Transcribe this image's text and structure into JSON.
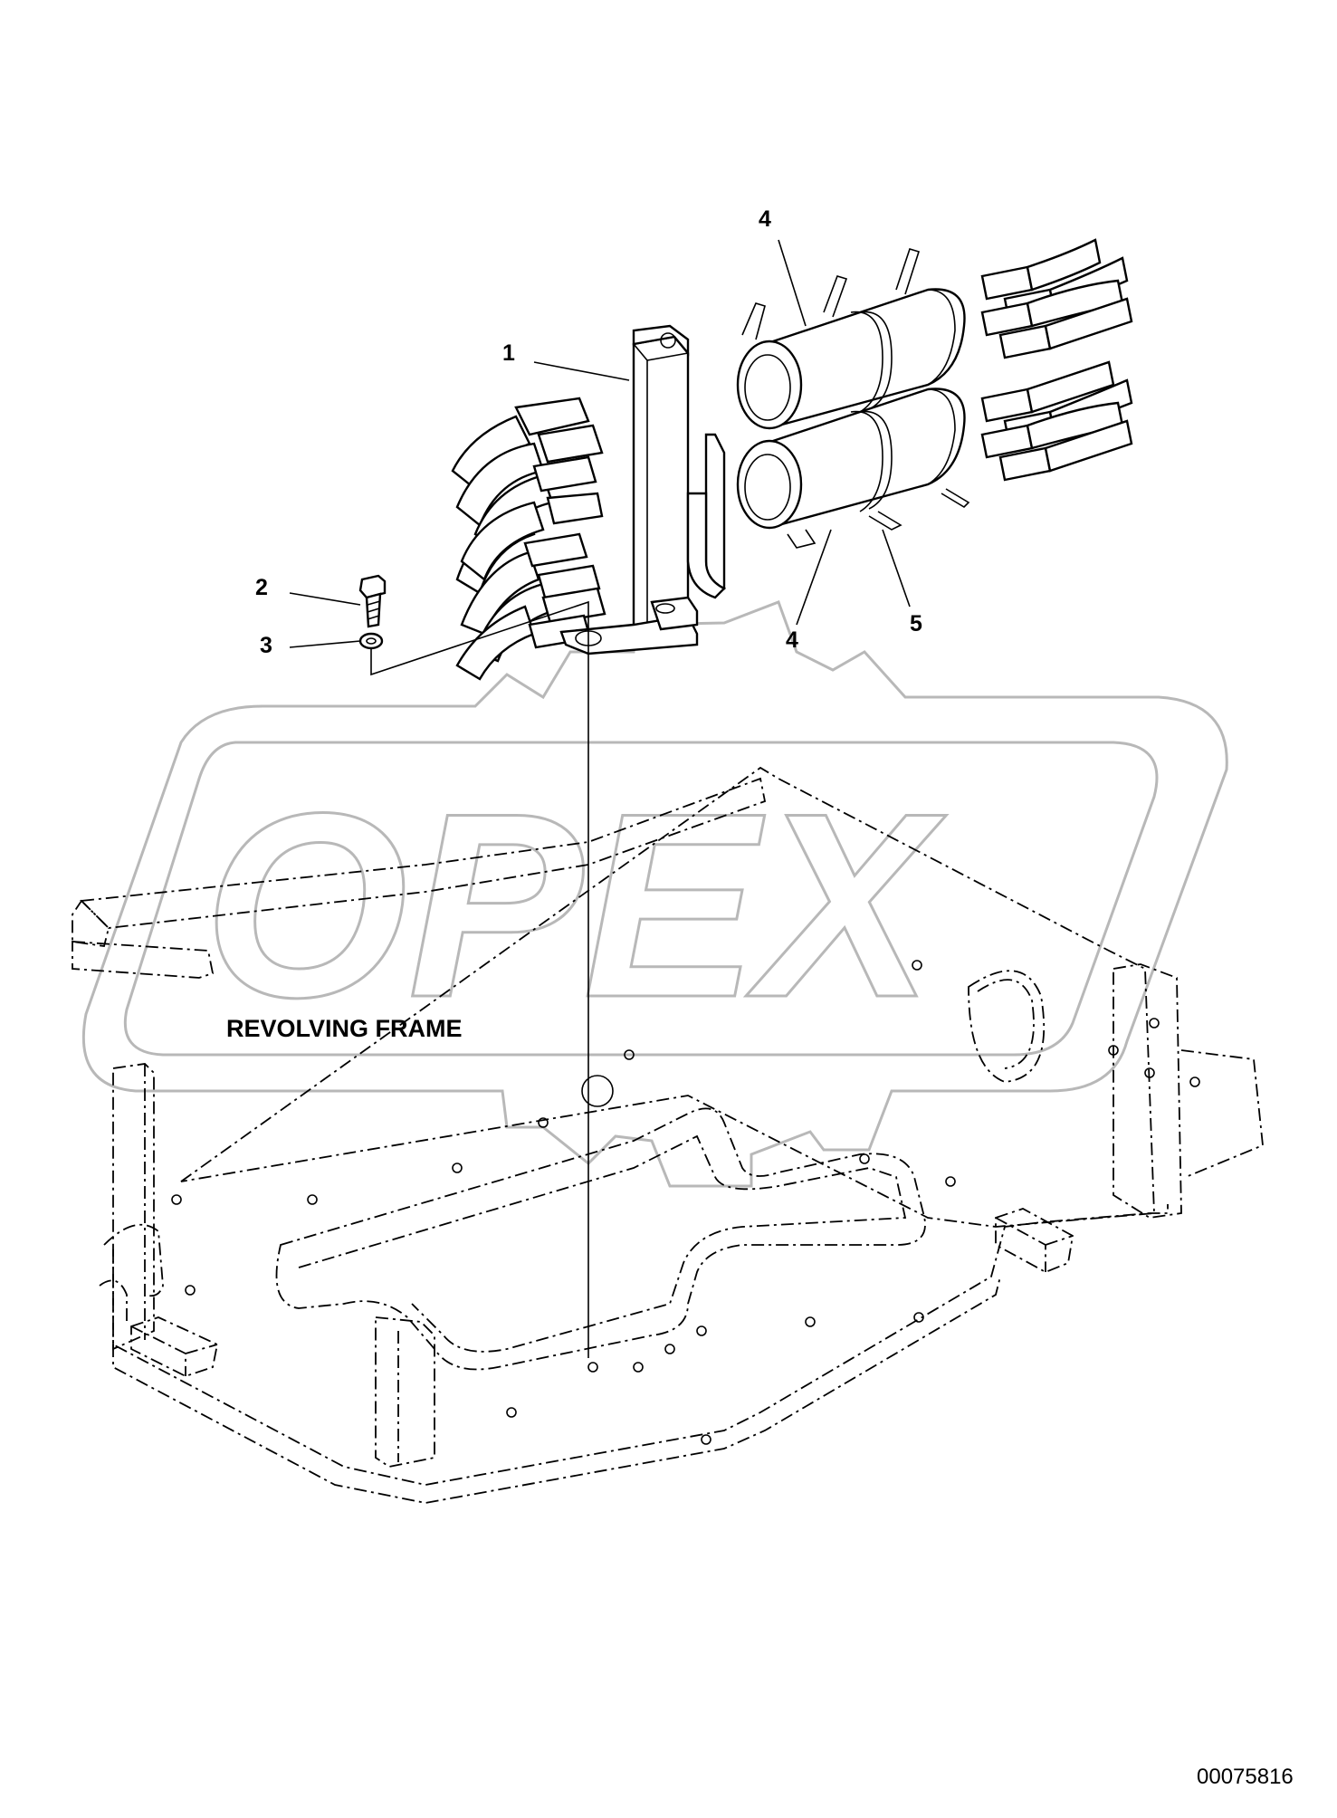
{
  "diagram": {
    "callouts": [
      {
        "id": "1",
        "text": "1"
      },
      {
        "id": "2",
        "text": "2"
      },
      {
        "id": "3",
        "text": "3"
      },
      {
        "id": "4a",
        "text": "4"
      },
      {
        "id": "4b",
        "text": "4"
      },
      {
        "id": "5",
        "text": "5"
      }
    ],
    "assembly_label": "REVOLVING FRAME",
    "drawing_number": "00075816",
    "watermark": "OPEX"
  }
}
